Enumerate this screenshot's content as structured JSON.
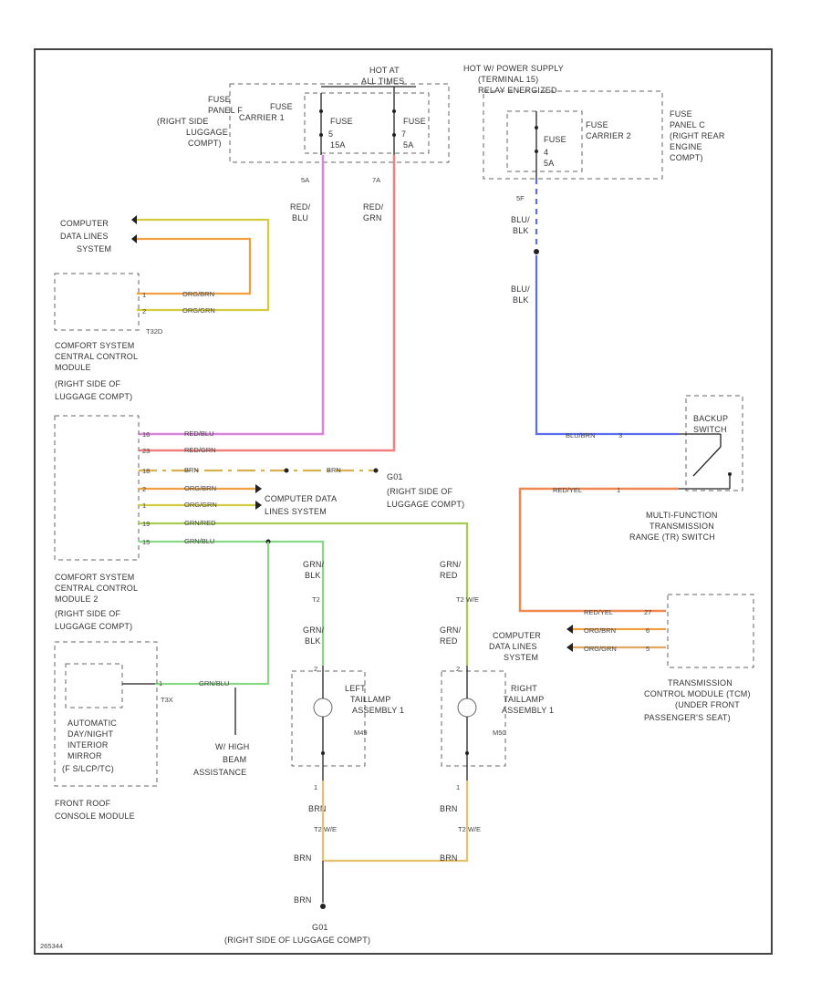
{
  "fuse_panel_f": {
    "line1": "FUSE",
    "line2": "PANEL F",
    "line3": "(RIGHT SIDE",
    "line4": "LUGGAGE",
    "line5": "COMPT)"
  },
  "fuse_carrier_1": {
    "line1": "FUSE",
    "line2": "CARRIER 1"
  },
  "hot_at_all_times": {
    "line1": "HOT AT",
    "line2": "ALL TIMES"
  },
  "fuse_a": {
    "label": "FUSE",
    "num": "5",
    "amps": "15A"
  },
  "fuse_b": {
    "label": "FUSE",
    "num": "7",
    "amps": "5A"
  },
  "hot_power_supply": {
    "line1": "HOT W/ POWER SUPPLY",
    "line2": "(TERMINAL 15)",
    "line3": "RELAY ENERGIZED"
  },
  "fuse_c": {
    "label": "FUSE",
    "num": "4",
    "amps": "5A"
  },
  "fuse_carrier_2": {
    "line1": "FUSE",
    "line2": "CARRIER 2"
  },
  "fuse_panel_c": {
    "line1": "FUSE",
    "line2": "PANEL C",
    "line3": "(RIGHT REAR",
    "line4": "ENGINE",
    "line5": "COMPT)"
  },
  "wire_labels": {
    "pin_5a": "5A",
    "red_blu_1": "RED/",
    "red_blu_2": "BLU",
    "pin_7a": "7A",
    "red_grn_1": "RED/",
    "red_grn_2": "GRN",
    "pin_5f": "5F",
    "blu_blk_1a": "BLU/",
    "blu_blk_2a": "BLK",
    "blu_blk_1b": "BLU/",
    "blu_blk_2b": "BLK"
  },
  "computer_data_lines_top": {
    "line1": "COMPUTER",
    "line2": "DATA LINES",
    "line3": "SYSTEM"
  },
  "comfort_module_1": {
    "pin_a": "1",
    "pin_b": "2",
    "wire_a": "ORG/BRN",
    "wire_b": "ORG/GRN",
    "conn": "T32D",
    "line1": "COMFORT SYSTEM",
    "line2": "CENTRAL CONTROL",
    "line3": "MODULE",
    "line4": "(RIGHT SIDE OF",
    "line5": "LUGGAGE COMPT)"
  },
  "comfort_module_2": {
    "pins": [
      "16",
      "23",
      "18",
      "2",
      "1",
      "19",
      "15"
    ],
    "wires": [
      "RED/BLU",
      "RED/GRN",
      "BRN",
      "ORG/BRN",
      "ORG/GRN",
      "GRN/RED",
      "GRN/BLU"
    ],
    "brn_right": "BRN",
    "line1": "COMFORT SYSTEM",
    "line2": "CENTRAL CONTROL",
    "line3": "MODULE 2",
    "line4": "(RIGHT SIDE OF",
    "line5": "LUGGAGE COMPT)"
  },
  "g_mid": {
    "name": "G01",
    "line1": "(RIGHT SIDE OF",
    "line2": "LUGGAGE COMPT)"
  },
  "computer_data_lines_mid": {
    "line1": "COMPUTER DATA",
    "line2": "LINES SYSTEM"
  },
  "backup_switch": {
    "wire": "BLU/BRN",
    "pin": "3",
    "line1": "BACKUP",
    "line2": "SWITCH"
  },
  "multifunction": {
    "wire": "RED/YEL",
    "pin": "1",
    "line1": "MULTI-FUNCTION",
    "line2": "TRANSMISSION",
    "line3": "RANGE (TR) SWITCH"
  },
  "tcm": {
    "wire_top": "RED/YEL",
    "pin_top": "27",
    "wires": [
      "ORG/BRN",
      "ORG/GRN"
    ],
    "pins": [
      "6",
      "5"
    ],
    "line1": "TRANSMISSION",
    "line2": "CONTROL MODULE (TCM)",
    "line3": "(UNDER FRONT",
    "line4": "PASSENGER'S SEAT)"
  },
  "computer_data_lines_right": {
    "line1": "COMPUTER",
    "line2": "DATA LINES",
    "line3": "SYSTEM"
  },
  "left_lamp": {
    "wire_top_1": "GRN/",
    "wire_top_2": "BLK",
    "conn1": "T2",
    "wire_mid_1": "GRN/",
    "wire_mid_2": "BLK",
    "pin_top": "2",
    "line1": "LEFT",
    "line2": "TAILLAMP",
    "line3": "ASSEMBLY 1",
    "lamp_id": "M49",
    "pin_bottom": "1",
    "wire_bottom": "BRN",
    "conn_bottom": "T2 W/E"
  },
  "right_lamp": {
    "wire_top_1": "GRN/",
    "wire_top_2": "RED",
    "conn1": "T2 W/E",
    "wire_mid_1": "GRN/",
    "wire_mid_2": "RED",
    "pin_top": "2",
    "line1": "RIGHT",
    "line2": "TAILLAMP",
    "line3": "ASSEMBLY 1",
    "lamp_id": "M50",
    "pin_bottom": "1",
    "wire_bottom": "BRN",
    "conn_bottom": "T2 W/E"
  },
  "mirror": {
    "pin": "1",
    "wire": "GRN/BLU",
    "conn": "T3X",
    "line1": "AUTOMATIC",
    "line2": "DAY/NIGHT",
    "line3": "INTERIOR",
    "line4": "MIRROR",
    "line5": "(F S/LCP/TC)",
    "console_1": "FRONT ROOF",
    "console_2": "CONSOLE MODULE"
  },
  "high_beam": {
    "line1": "W/ HIGH",
    "line2": "BEAM",
    "line3": "ASSISTANCE"
  },
  "ground_bottom": {
    "wire_l": "BRN",
    "wire_r": "BRN",
    "wire_down": "BRN",
    "name": "G01",
    "loc": "(RIGHT SIDE OF LUGGAGE COMPT)"
  },
  "footer_code": "265344"
}
